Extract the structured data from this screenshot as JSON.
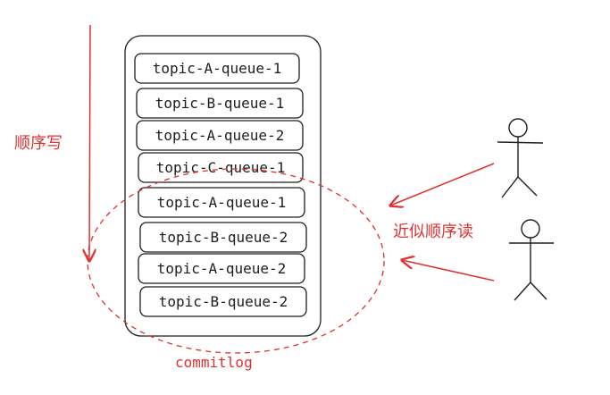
{
  "labels": {
    "write_label": "顺序写",
    "read_label": "近似顺序读",
    "commitlog_label": "commitlog"
  },
  "queue_items": [
    {
      "text": "topic-A-queue-1"
    },
    {
      "text": "topic-B-queue-1"
    },
    {
      "text": "topic-A-queue-2"
    },
    {
      "text": "topic-C-queue-1"
    },
    {
      "text": "topic-A-queue-1"
    },
    {
      "text": "topic-B-queue-2"
    },
    {
      "text": "topic-A-queue-2"
    },
    {
      "text": "topic-B-queue-2"
    }
  ],
  "colors": {
    "accent": "#e03131",
    "ink": "#1e1e1e",
    "background": "#ffffff"
  }
}
